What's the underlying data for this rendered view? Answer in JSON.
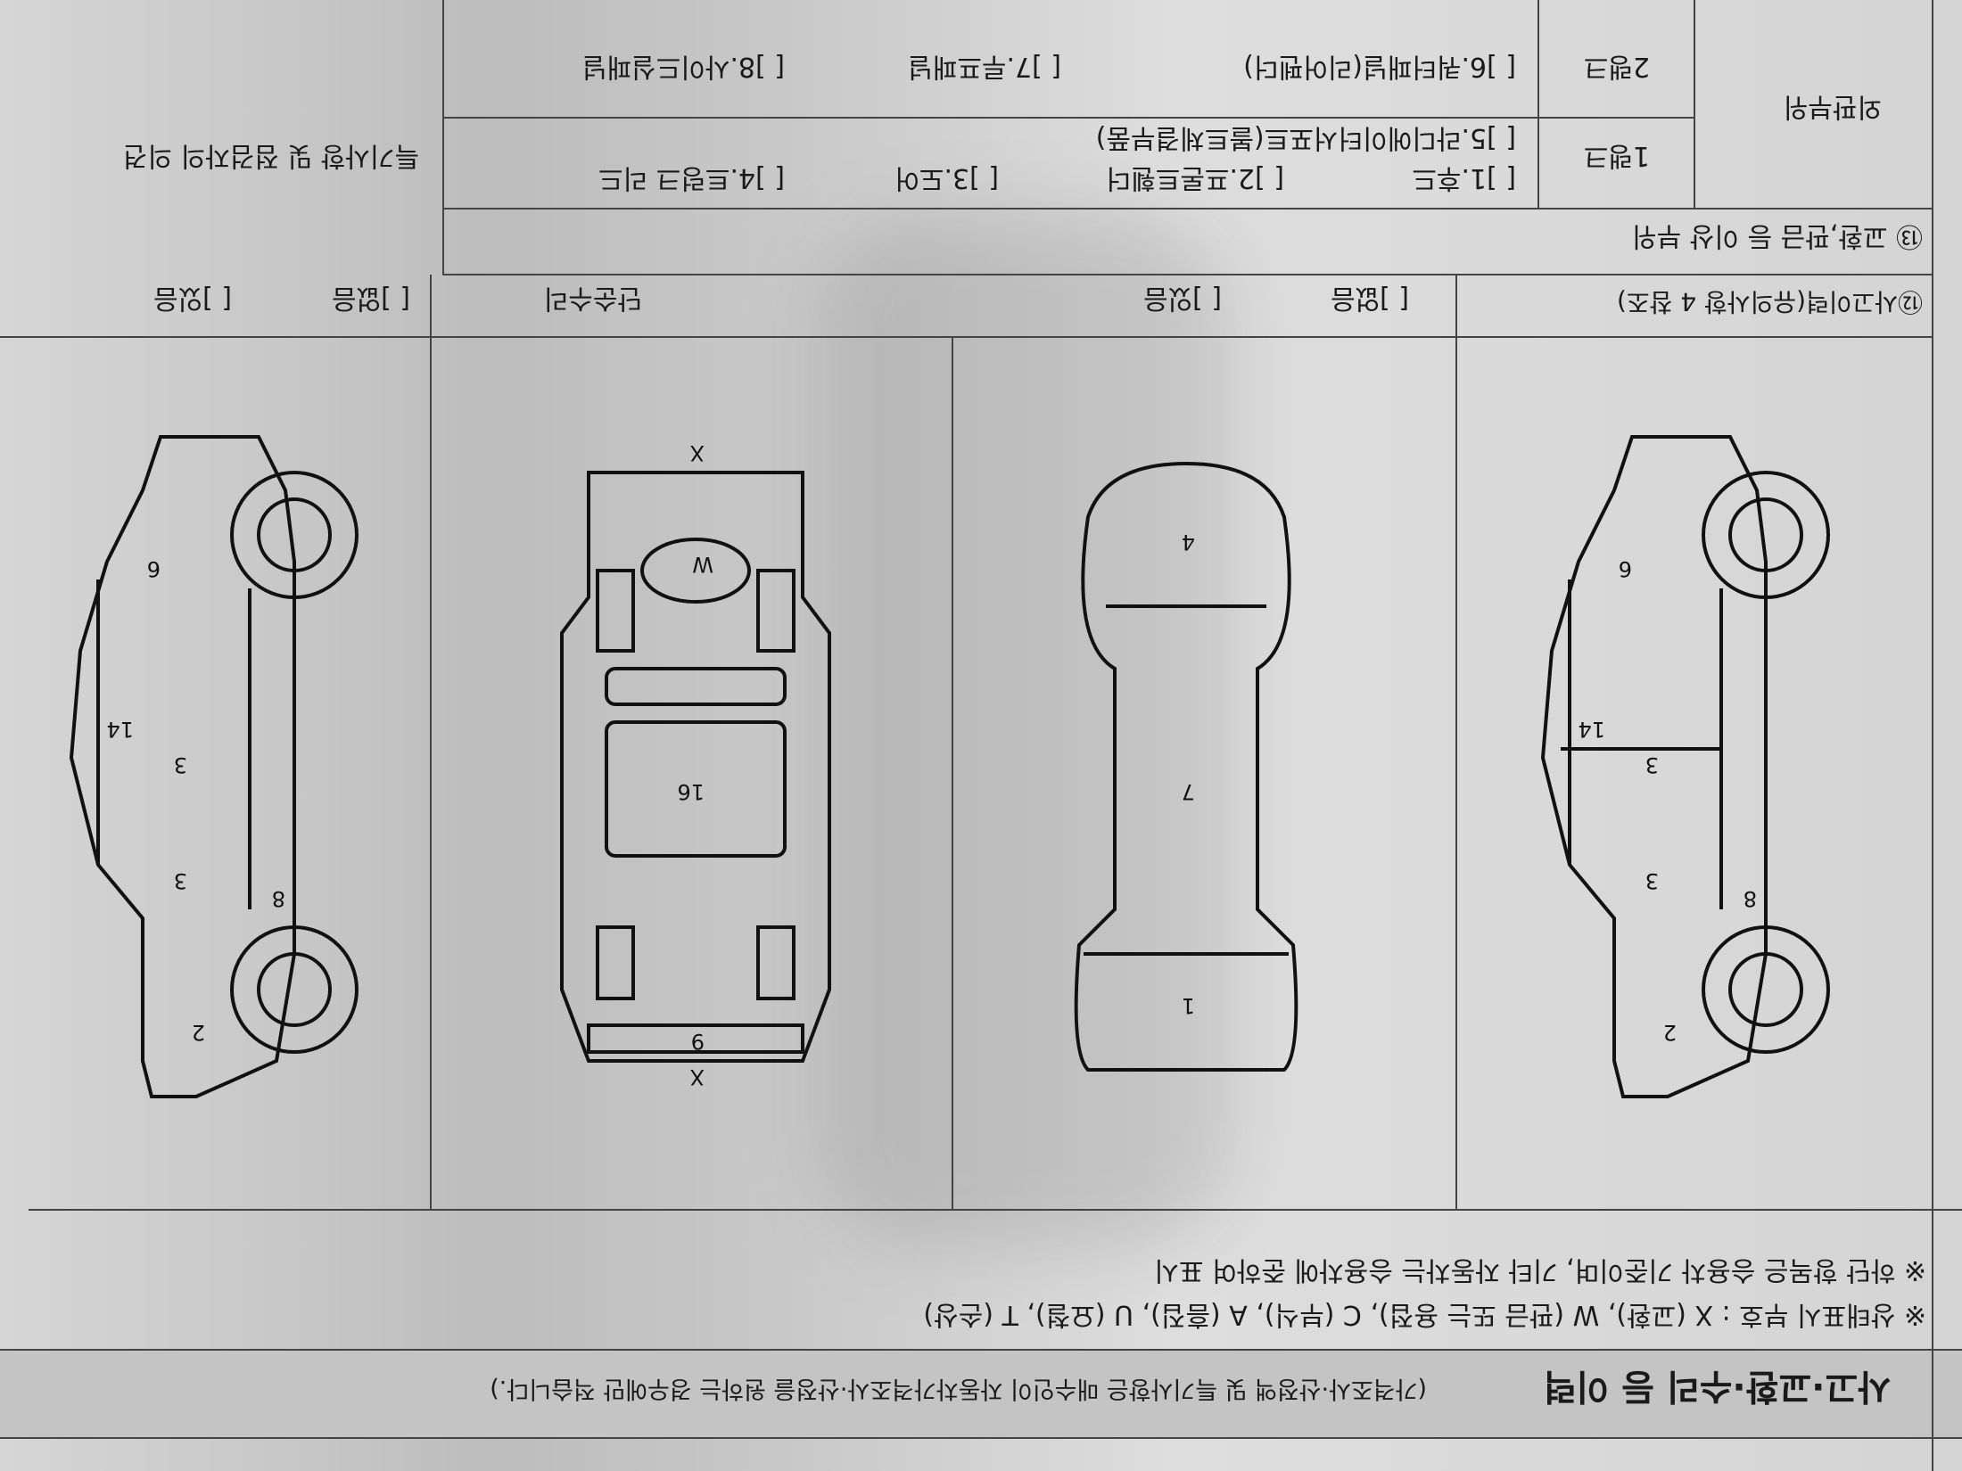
{
  "header": {
    "title": "사고·교환·수리 등 이력",
    "note": "(가격조사·산정액 및 특기사항은 매수인이 자동차가격조사·산정을 원하는 경우에만 적습니다.)"
  },
  "legend": {
    "line1": "※ 상태표시 부호 : X (교환), W (판금 또는 용접), C (부식), A (흠집), U (요철), T (손상)",
    "line2": "※ 하단 항목은 승용차 기준이며, 기타 자동차는 승용차에 준하여 표시"
  },
  "accident": {
    "label": "⑫사고이력(유의사항 4 참조)",
    "none": "[ ]없음",
    "exists": "[ ]있음",
    "simple_label": "단순수리",
    "simple_none": "[ ]없음",
    "simple_exists": "[ ]있음"
  },
  "section13": {
    "label": "⑬ 교환,판금 등 이상 부위"
  },
  "outer": {
    "label": "외판부위",
    "rank1": "1랭크",
    "rank2": "2랭크",
    "rank1_items": [
      "[ ]1.후드",
      "[ ]2.프론트휀더",
      "[ ]3.도어",
      "[ ]4.트렁크 리드"
    ],
    "rank1_item5": "[ ]5.라디에이터서포트(볼트체결부품)",
    "rank2_items": [
      "[ ]6.쿼터패널(리어펜더)",
      "[ ]7.루프패널",
      "[ ]8.사이드실패널"
    ]
  },
  "remarks": {
    "label": "특기사항 및 점검자의 의견"
  },
  "diagram": {
    "marks": [
      "X",
      "W",
      "X"
    ]
  }
}
